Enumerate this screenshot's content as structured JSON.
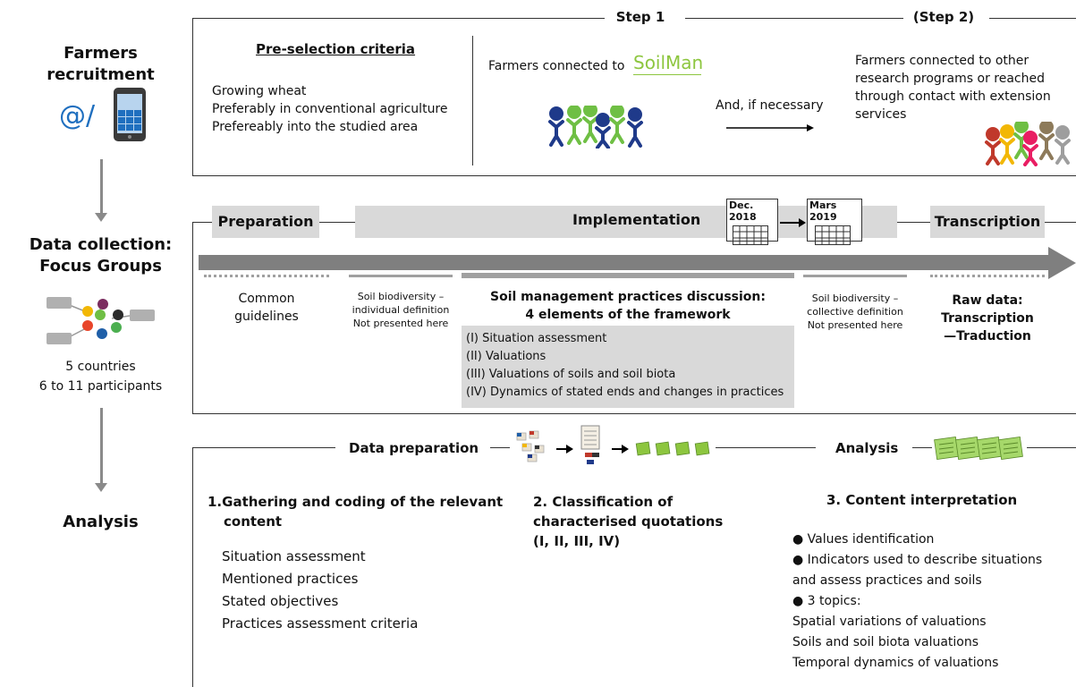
{
  "left": {
    "farmers_recruitment": "Farmers recruitment",
    "at_slash": "@/",
    "data_collection_line1": "Data collection:",
    "data_collection_line2": "Focus Groups",
    "countries": "5 countries",
    "participants": "6 to 11 participants",
    "analysis": "Analysis"
  },
  "recruitment": {
    "step1": "Step 1",
    "step2": "(Step 2)",
    "preselection_title": "Pre-selection criteria",
    "criteria": [
      "Growing wheat",
      "Preferably in conventional agriculture",
      "Prefereably into the studied area"
    ],
    "farmers_connected_to": "Farmers connected to",
    "soilman_logo": "SoilMan",
    "and_if_necessary": "And, if necessary",
    "other_farmers": [
      "Farmers connected to other",
      "research programs or reached",
      "through contact with extension",
      "services"
    ]
  },
  "focus_groups": {
    "preparation": "Preparation",
    "implementation": "Implementation",
    "transcription": "Transcription",
    "date_start": "Dec. 2018",
    "date_end": "Mars 2019",
    "common_guidelines": [
      "Common",
      "guidelines"
    ],
    "soil_bio_individual": [
      "Soil biodiversity –",
      "individual definition",
      "Not presented here"
    ],
    "soil_mgmt_title": [
      "Soil management practices discussion:",
      "4 elements of the framework"
    ],
    "framework_items": [
      "(I) Situation assessment",
      "(II) Valuations",
      "(III) Valuations of soils and soil biota",
      "(IV) Dynamics of stated ends and changes in practices"
    ],
    "soil_bio_collective": [
      "Soil biodiversity –",
      "collective definition",
      "Not presented here"
    ],
    "raw_data": [
      "Raw data:",
      "Transcription",
      "—Traduction"
    ]
  },
  "analysis": {
    "data_preparation": "Data preparation",
    "analysis_label": "Analysis",
    "step1_title": [
      "1.Gathering and coding of the relevant",
      "content"
    ],
    "step1_items": [
      "Situation assessment",
      "Mentioned practices",
      "Stated objectives",
      "Practices assessment criteria"
    ],
    "step2_title": [
      "2. Classification of",
      "characterised quotations",
      "(I, II, III, IV)"
    ],
    "step3_title": "3. Content interpretation",
    "step3_items": [
      "● Values identification",
      "● Indicators used to describe situations",
      "and assess practices and soils",
      "● 3 topics:",
      "Spatial variations of valuations",
      "Soils and soil biota valuations",
      "Temporal dynamics of valuations"
    ]
  },
  "colors": {
    "soilman_green": "#8dc63f",
    "phone_blue": "#1f6fbf",
    "grey_box": "#d9d9d9",
    "arrow_grey": "#8a8a8a"
  }
}
